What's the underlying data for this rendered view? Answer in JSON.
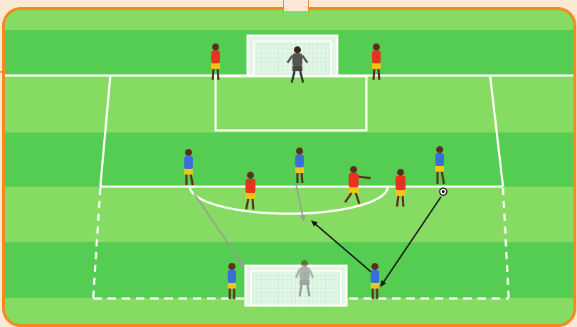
{
  "diagram": {
    "title": "",
    "colors": {
      "frame": "#f28a1e",
      "grass_light": "#86dc62",
      "grass_dark": "#55cc52",
      "lines": "#ffffff",
      "team_red_shirt": "#e8321e",
      "team_red_shorts": "#f1c51c",
      "team_blue_shirt": "#3a6fd8",
      "team_blue_shorts": "#f1c51c",
      "goalkeeper": "#555555",
      "pass_arrow_grey": "#9a9a9a",
      "run_arrow_black": "#111111"
    },
    "players": {
      "red_team": [
        "attacker-left-post",
        "attacker-right-post",
        "midfielder-1",
        "midfielder-2",
        "midfielder-3"
      ],
      "blue_team": [
        "wide-left",
        "centre",
        "wide-right-with-ball",
        "goal-left",
        "goal-right"
      ],
      "goalkeepers": [
        "top-goalkeeper",
        "bottom-goalkeeper"
      ]
    },
    "equipment": {
      "goals": [
        "top-goal",
        "bottom-goal"
      ],
      "ball": "soccer-ball"
    },
    "arrows": {
      "grey": [
        "pass-wide-left-to-goal",
        "pass-centre-forward"
      ],
      "black": [
        "run-goal-right-to-centre",
        "pass-right-to-goal-right"
      ]
    }
  }
}
